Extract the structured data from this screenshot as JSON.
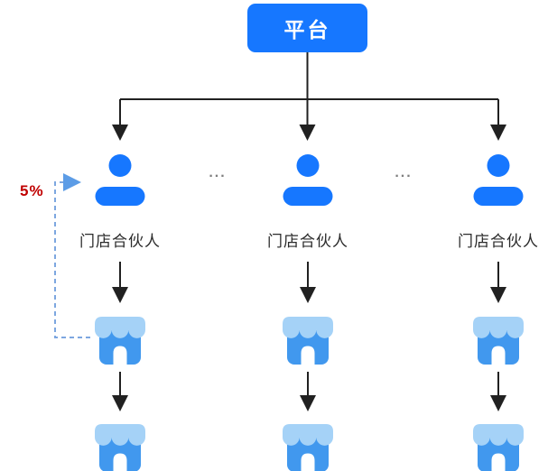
{
  "diagram": {
    "platform": {
      "label": "平台"
    },
    "commission": {
      "label": "5%"
    },
    "separators": {
      "ellipsis_left": "...",
      "ellipsis_right": "..."
    },
    "columns": [
      {
        "partner_label": "门店合伙人"
      },
      {
        "partner_label": "门店合伙人"
      },
      {
        "partner_label": "门店合伙人"
      }
    ],
    "colors": {
      "primary_blue": "#1677FF",
      "store_body_blue": "#4198EE",
      "store_awning_blue": "#A5D2F7",
      "dashed_arrow_blue": "#6FA0E2",
      "commission_red": "#C00000",
      "connector_dark": "#212121",
      "label_text": "#2B2B2B",
      "ellipsis_gray": "#7F7F7F"
    }
  }
}
